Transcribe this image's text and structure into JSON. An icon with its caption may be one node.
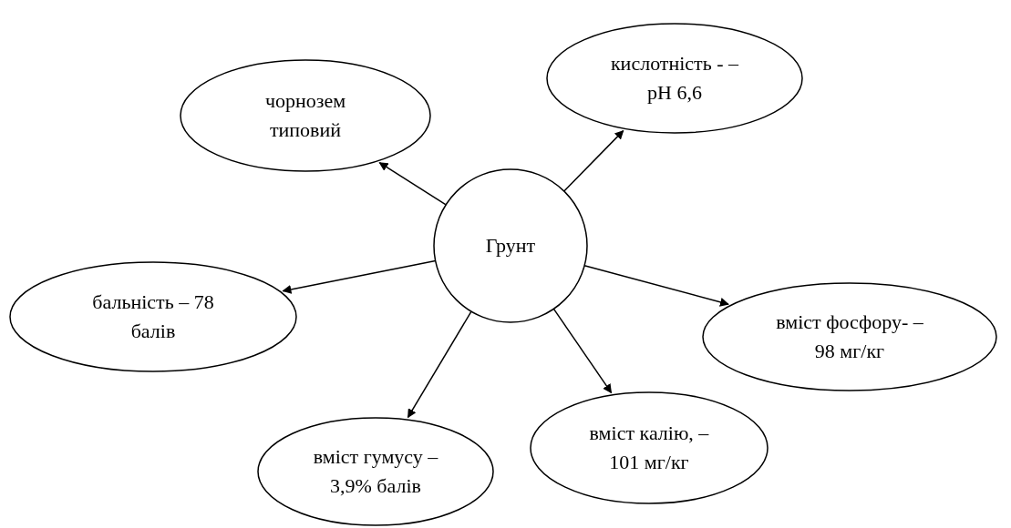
{
  "diagram": {
    "nodes": [
      {
        "text": [
          "чорнозем типовий"
        ]
      },
      {
        "text": [
          "кислотність - – pH 6,6"
        ]
      },
      {
        "text": [
          "Грунт"
        ]
      },
      {
        "text": [
          "бальність – 78 балів"
        ]
      },
      {
        "text": [
          "вміст фосфору- – 98 мг/кг"
        ]
      },
      {
        "text": [
          "вміст гумусу – 3,9% балів"
        ]
      },
      {
        "text": [
          "вміст калію, – 101 мг/кг"
        ]
      }
    ],
    "edges": [
      {
        "from": 2,
        "to": 0,
        "arrow": "to"
      },
      {
        "from": 2,
        "to": 1,
        "arrow": "to"
      },
      {
        "from": 2,
        "to": 3,
        "arrow": "to"
      },
      {
        "from": 2,
        "to": 4,
        "arrow": "to"
      },
      {
        "from": 2,
        "to": 5,
        "arrow": "to"
      },
      {
        "from": 2,
        "to": 6,
        "arrow": "to"
      }
    ]
  }
}
